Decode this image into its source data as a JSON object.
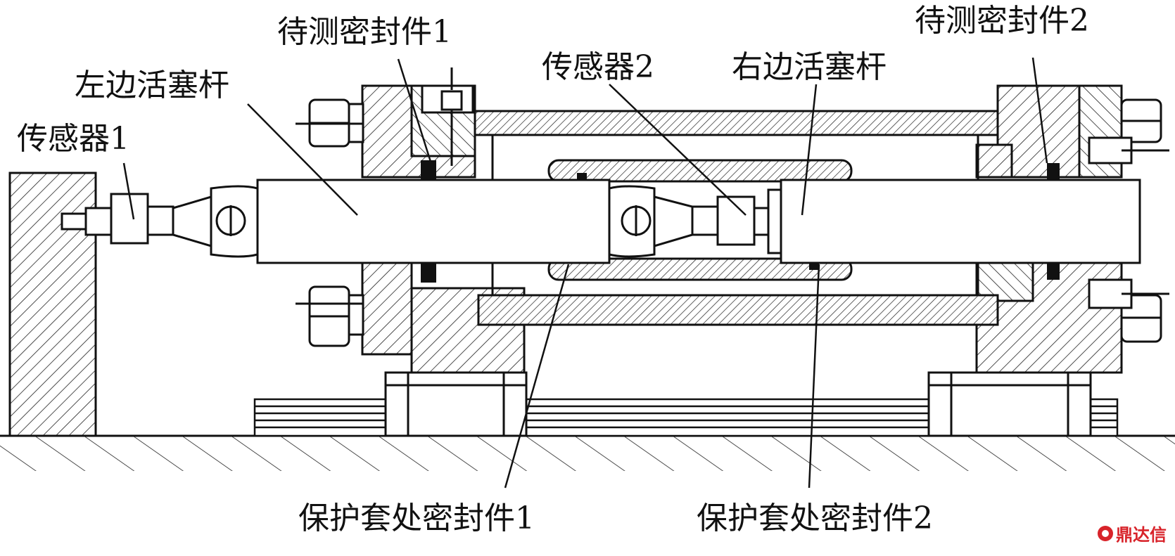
{
  "labels": {
    "seal_test_1": "待测密封件1",
    "seal_test_2": "待测密封件2",
    "left_piston_rod": "左边活塞杆",
    "sensor_1": "传感器1",
    "sensor_2": "传感器2",
    "right_piston_rod": "右边活塞杆",
    "sleeve_seal_1": "保护套处密封件1",
    "sleeve_seal_2": "保护套处密封件2"
  },
  "watermark": {
    "text": "鼎达信",
    "color": "#d8232a"
  }
}
